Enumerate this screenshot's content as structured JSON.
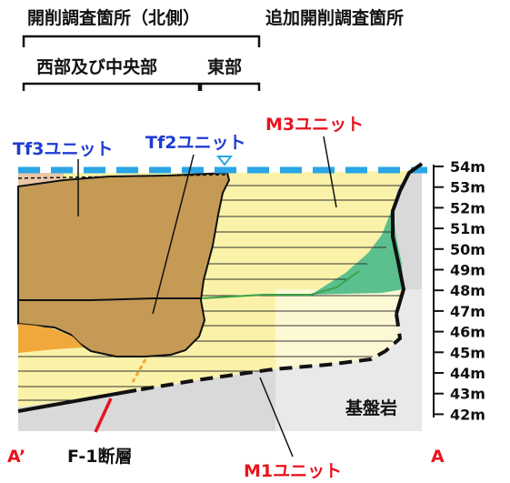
{
  "headers": {
    "excavation_north": "開削調査箇所（北側）",
    "additional_excavation": "追加開削調査箇所",
    "west_central": "西部及び中央部",
    "east": "東部"
  },
  "units": {
    "tf3": "Tf3ユニット",
    "tf2": "Tf2ユニット",
    "m3": "M3ユニット",
    "m1": "M1ユニット"
  },
  "bedrock_label": "基盤岩",
  "fault_label": "F-1断層",
  "section_left": "A’",
  "section_right": "A",
  "elevations": [
    "54m",
    "53m",
    "52m",
    "51m",
    "50m",
    "49m",
    "48m",
    "47m",
    "46m",
    "45m",
    "44m",
    "43m",
    "42m"
  ],
  "colors": {
    "tf_unit_fill": "#c49a55",
    "m1_fill": "#faf2a8",
    "m3_green": "#5bbf8e",
    "bedrock_gray": "#d8d8d8",
    "water_table": "#2aa6e6",
    "fault_red": "#e8141e"
  }
}
